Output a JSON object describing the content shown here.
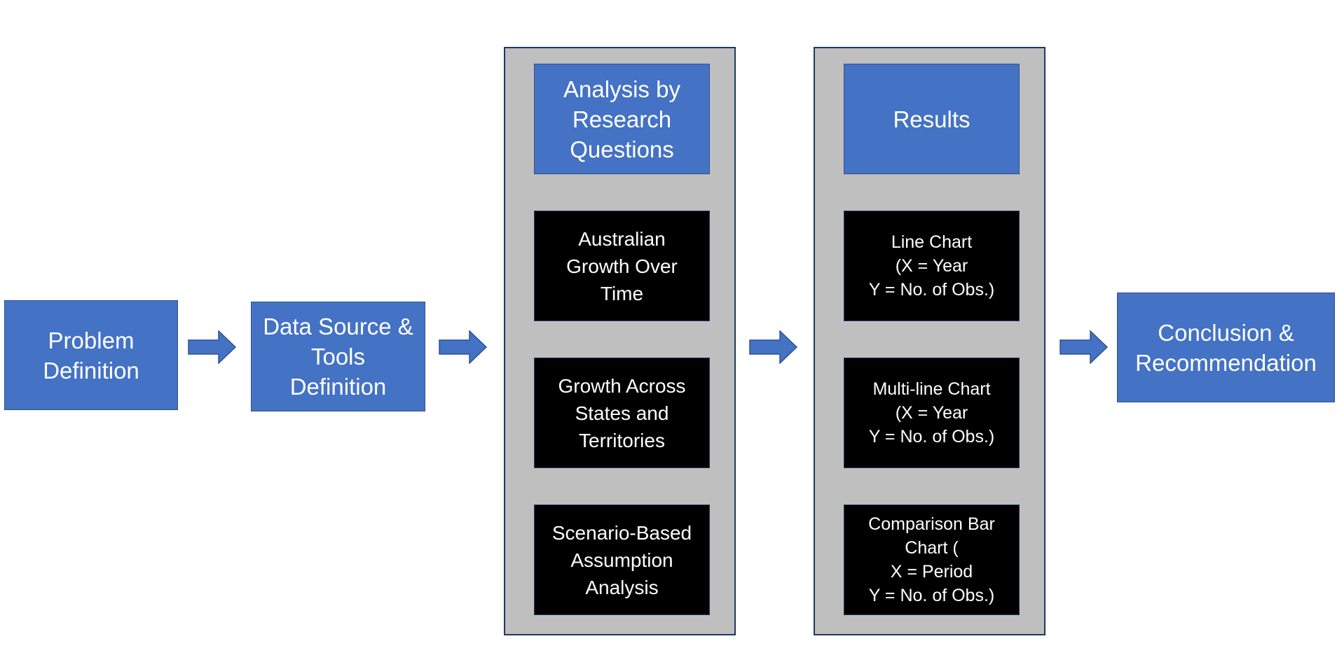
{
  "steps": {
    "problem": "Problem\nDefinition",
    "data_source": "Data Source &\nTools\nDefinition",
    "analysis_header": "Analysis by\nResearch\nQuestions",
    "results_header": "Results",
    "conclusion": "Conclusion &\nRecommendation"
  },
  "analysis_items": [
    "Australian\nGrowth Over\nTime",
    "Growth Across\nStates and\nTerritories",
    "Scenario-Based\nAssumption\nAnalysis"
  ],
  "result_items": [
    "Line Chart\n(X = Year\nY = No. of Obs.)",
    "Multi-line Chart\n(X = Year\nY = No. of Obs.)",
    "Comparison Bar\nChart (\nX = Period\nY = No. of Obs.)"
  ],
  "colors": {
    "box_blue": "#4472c4",
    "box_black": "#000000",
    "panel_gray": "#bfbfbf",
    "outline": "#1f3864"
  }
}
